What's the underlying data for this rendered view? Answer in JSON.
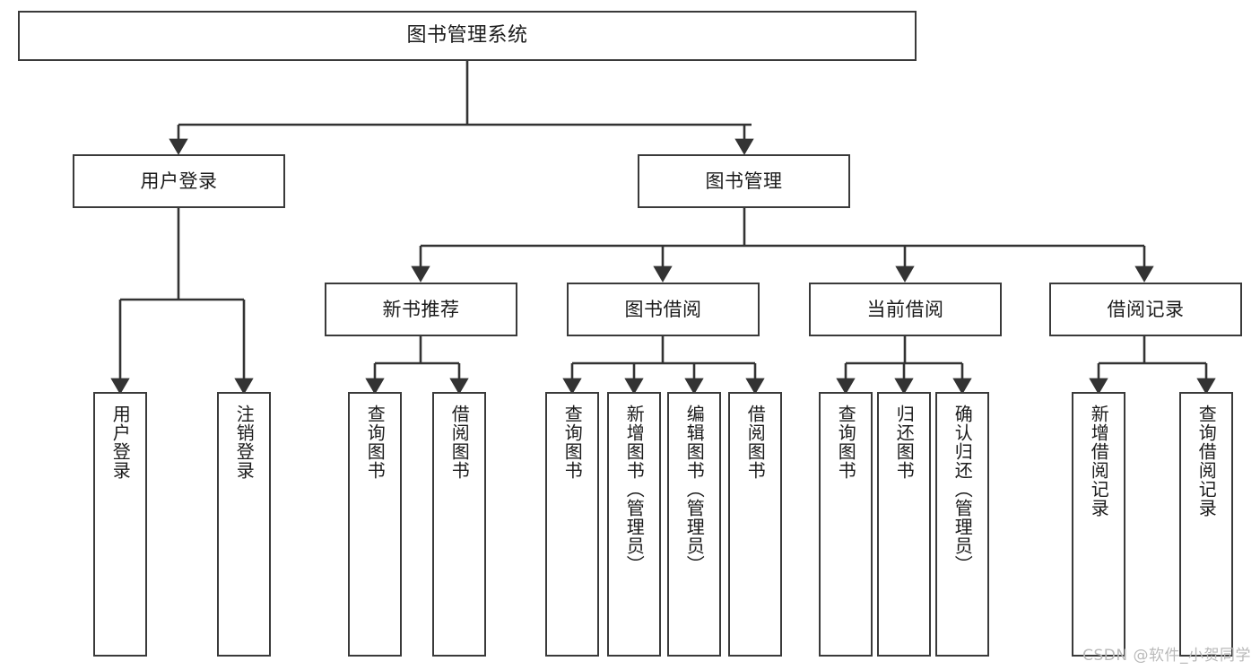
{
  "diagram": {
    "type": "hierarchy-tree",
    "title": "图书管理系统",
    "theme": {
      "background": "#ffffff",
      "box_border": "#3a3a3a",
      "box_fill": "#ffffff",
      "connector": "#333333",
      "text": "#1b1b1b",
      "watermark": "#b9b9b9"
    },
    "nodes": {
      "root": {
        "label": "图书管理系统"
      },
      "level2": [
        {
          "id": "user-login",
          "label": "用户登录"
        },
        {
          "id": "book-management",
          "label": "图书管理"
        }
      ],
      "level3": [
        {
          "id": "new-book-recommend",
          "label": "新书推荐"
        },
        {
          "id": "book-borrow",
          "label": "图书借阅"
        },
        {
          "id": "current-borrow",
          "label": "当前借阅"
        },
        {
          "id": "borrow-record",
          "label": "借阅记录"
        }
      ],
      "leaves": {
        "user_login": [
          {
            "id": "leaf-user-login",
            "label": "用户登录"
          },
          {
            "id": "leaf-logout-login",
            "label": "注销登录"
          }
        ],
        "new_book_recommend": [
          {
            "id": "leaf-query-book-1",
            "label": "查询图书"
          },
          {
            "id": "leaf-borrow-book-1",
            "label": "借阅图书"
          }
        ],
        "book_borrow": [
          {
            "id": "leaf-query-book-2",
            "label": "查询图书"
          },
          {
            "id": "leaf-add-book",
            "label": "新增图书（管理员）"
          },
          {
            "id": "leaf-edit-book",
            "label": "编辑图书（管理员）"
          },
          {
            "id": "leaf-borrow-book-2",
            "label": "借阅图书"
          }
        ],
        "current_borrow": [
          {
            "id": "leaf-query-book-3",
            "label": "查询图书"
          },
          {
            "id": "leaf-return-book",
            "label": "归还图书"
          },
          {
            "id": "leaf-confirm-return",
            "label": "确认归还（管理员）"
          }
        ],
        "borrow_record": [
          {
            "id": "leaf-add-borrow-record",
            "label": "新增借阅记录"
          },
          {
            "id": "leaf-query-borrow-record",
            "label": "查询借阅记录"
          }
        ]
      }
    },
    "watermark": "CSDN @软件_小贺同学"
  }
}
